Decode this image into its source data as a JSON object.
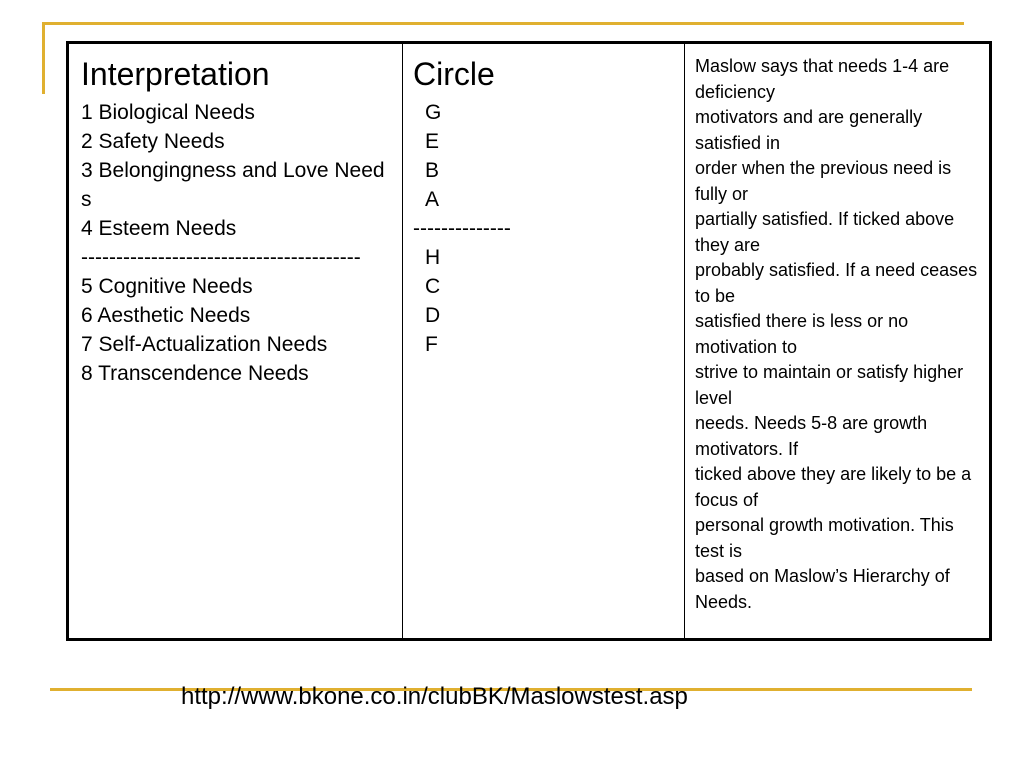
{
  "table": {
    "columns": [
      {
        "heading": "Interpretation",
        "lines": [
          "1 Biological Needs",
          "2 Safety Needs",
          "3 Belongingness and Love Needs",
          "4 Esteem Needs",
          "----------------------------------------",
          "5 Cognitive Needs",
          "6 Aesthetic Needs",
          "7 Self-Actualization Needs",
          "8 Transcendence Needs"
        ]
      },
      {
        "heading": "Circle",
        "letters_top": [
          "G",
          " E",
          " B",
          "A"
        ],
        "separator": "--------------",
        "letters_bottom": [
          " H",
          " C",
          " D",
          " F"
        ]
      },
      {
        "text_lines": [
          "Maslow says that needs 1-4 are deficiency",
          "motivators and are generally satisfied in",
          "order when the previous need is fully or",
          "partially satisfied. If ticked above they are",
          "probably satisfied. If a need ceases to be",
          "satisfied there is less or no motivation to",
          "strive to maintain or satisfy higher level",
          "needs. Needs 5-8 are growth motivators. If",
          "ticked above they are likely to be a focus of",
          "personal growth motivation. This test is",
          "based on Maslow’s Hierarchy of Needs."
        ]
      }
    ]
  },
  "footer": {
    "url": "http://www.bkone.co.in/clubBK/Maslowstest.asp"
  },
  "colors": {
    "accent_line": "#e0b030",
    "text": "#000000",
    "border": "#000000"
  }
}
